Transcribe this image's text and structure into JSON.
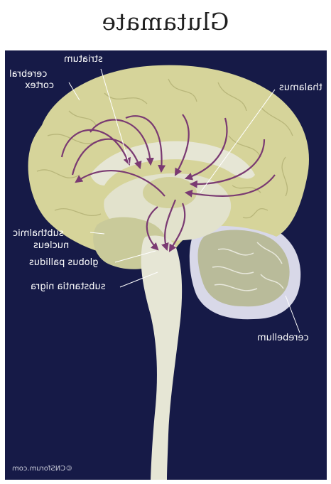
{
  "title": "Glutamate",
  "labels": {
    "striatum": "striatum",
    "cerebral_cortex_line1": "cerebral",
    "cerebral_cortex_line2": "cortex",
    "thalamus": "thalamus",
    "subthalamic_line1": "subthalmic",
    "subthalamic_line2": "nucleus",
    "globus_pallidus": "globus pallidus",
    "substantia_nigra": "substantia nigra",
    "cerebellum": "cerebellum"
  },
  "credit": "©CNSforum.com",
  "colors": {
    "background": "#161a47",
    "cortex": "#d6d49a",
    "white_matter": "#e6e6d5",
    "cerebellum": "#b9bb9a",
    "cerebellum_outline": "#d8d8e8",
    "pathway": "#7a3a72",
    "label": "#ffffff"
  }
}
